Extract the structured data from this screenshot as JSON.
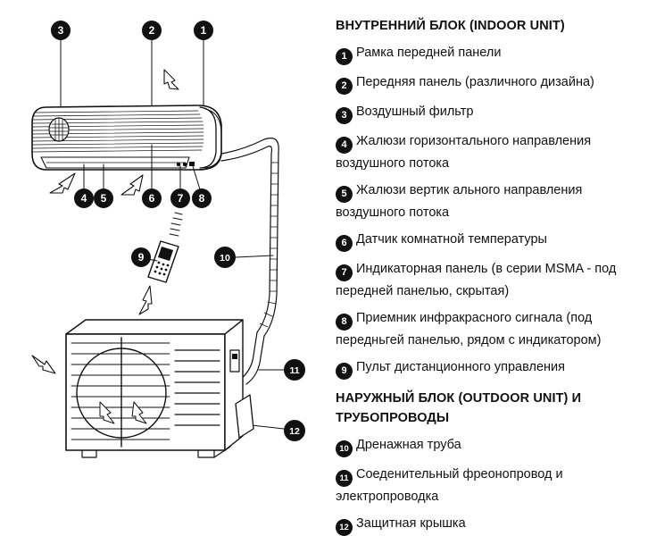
{
  "indoor": {
    "title": "ВНУТРЕННИЙ БЛОК (INDOOR UNIT)",
    "items": [
      {
        "num": "1",
        "text": "Рамка передней панели"
      },
      {
        "num": "2",
        "text": "Передняя панель (различного дизайна)"
      },
      {
        "num": "3",
        "text": "Воздушный фильтр"
      },
      {
        "num": "4",
        "text": "Жалюзи горизонтального направления",
        "text2": "воздушного потока"
      },
      {
        "num": "5",
        "text": "Жалюзи вертик ального направления",
        "text2": "воздушного потока"
      },
      {
        "num": "6",
        "text": "Датчик комнатной температуры"
      },
      {
        "num": "7",
        "text": "Индикаторная панель (в серии MSMA - под",
        "text2": "передней панелью, скрытая)"
      },
      {
        "num": "8",
        "text": "Приемник инфракрасного сигнала (под",
        "text2": "передньгей панелью, рядом с индикатором)"
      },
      {
        "num": "9",
        "text": "Пульт дистанционного управления"
      }
    ]
  },
  "outdoor": {
    "title": "НАРУЖНЫЙ БЛОК (OUTDOOR UNIT) И",
    "title2": "ТРУБОПРОВОДЫ",
    "items": [
      {
        "num": "10",
        "text": "Дренажная труба"
      },
      {
        "num": "11",
        "text": "Соеденительный фреонопровод и",
        "text2": "электропроводка"
      },
      {
        "num": "12",
        "text": "Защитная крышка"
      }
    ]
  },
  "diagram_markers": [
    "1",
    "2",
    "3",
    "4",
    "5",
    "6",
    "7",
    "8",
    "9",
    "10",
    "11",
    "12"
  ]
}
